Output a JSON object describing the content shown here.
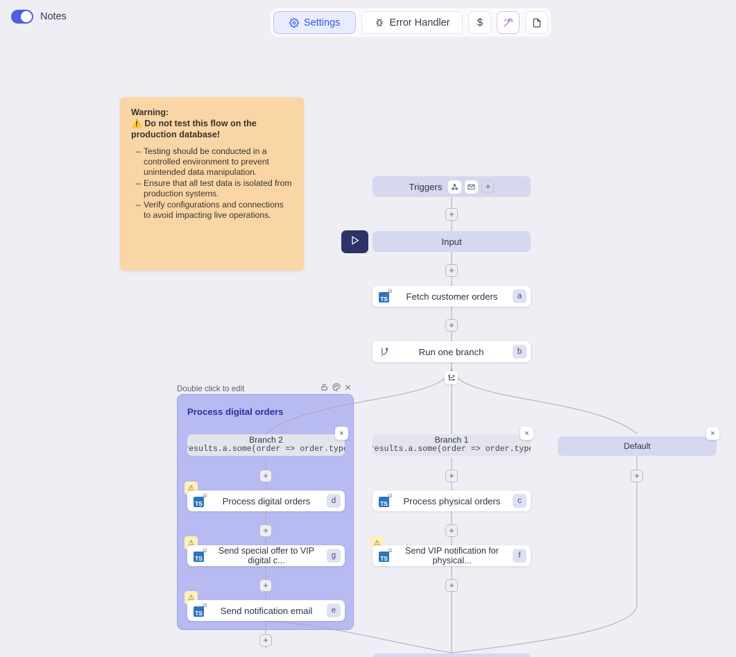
{
  "topbar": {
    "notes_toggle_label": "Notes",
    "notes_toggle_on": true,
    "buttons": [
      {
        "label": "Settings",
        "icon": "gear-icon",
        "active": true
      },
      {
        "label": "Error Handler",
        "icon": "bug-icon",
        "active": false
      },
      {
        "label": "$",
        "icon": "dollar-icon",
        "active": false
      },
      {
        "label": "",
        "icon": "magic-wand-icon",
        "active": false
      },
      {
        "label": "",
        "icon": "file-icon",
        "active": false
      }
    ]
  },
  "note": {
    "heading": "Warning:",
    "subheading": "Do not test this flow on the production database!",
    "warning_emoji": "⚠️",
    "bullets": [
      "Testing should be conducted in a controlled environment to prevent unintended data manipulation.",
      "Ensure that all test data is isolated from production systems.",
      "Verify configurations and connections to avoid impacting live operations."
    ],
    "color": "#fad5a5"
  },
  "flow": {
    "triggers": {
      "label": "Triggers",
      "icons": [
        "webhook-icon",
        "mail-icon"
      ],
      "add_label": "+"
    },
    "input": {
      "label": "Input"
    },
    "run_button": {
      "icon": "play-icon"
    },
    "fetch": {
      "label": "Fetch customer orders",
      "badge": "a",
      "icon": "typescript-icon"
    },
    "run_one_branch": {
      "label": "Run one branch",
      "badge": "b",
      "icon": "branch-icon"
    },
    "branches": [
      {
        "title": "Branch 2",
        "expression": "results.a.some(order => order.type",
        "close_label": "×",
        "steps": [
          {
            "label": "Process digital orders",
            "badge": "d",
            "icon": "typescript-icon",
            "warning": true
          },
          {
            "label": "Send special offer to VIP digital c...",
            "badge": "g",
            "icon": "typescript-icon",
            "warning": true
          },
          {
            "label": "Send notification email",
            "badge": "e",
            "icon": "typescript-icon",
            "warning": true
          }
        ]
      },
      {
        "title": "Branch 1",
        "expression": "results.a.some(order => order.type",
        "close_label": "×",
        "steps": [
          {
            "label": "Process physical orders",
            "badge": "c",
            "icon": "typescript-icon",
            "warning": false
          },
          {
            "label": "Send VIP notification for physical...",
            "badge": "f",
            "icon": "typescript-icon",
            "warning": true
          }
        ]
      },
      {
        "title": "Default",
        "expression": "",
        "close_label": "×",
        "steps": []
      }
    ],
    "group": {
      "hint": "Double click to edit",
      "name": "Process digital orders",
      "lock_icon": "lock-icon",
      "palette_icon": "palette-icon",
      "close_icon": "close-icon",
      "color": "#b7bbf2"
    },
    "plus_label": "+",
    "warning_glyph": "⚠"
  }
}
